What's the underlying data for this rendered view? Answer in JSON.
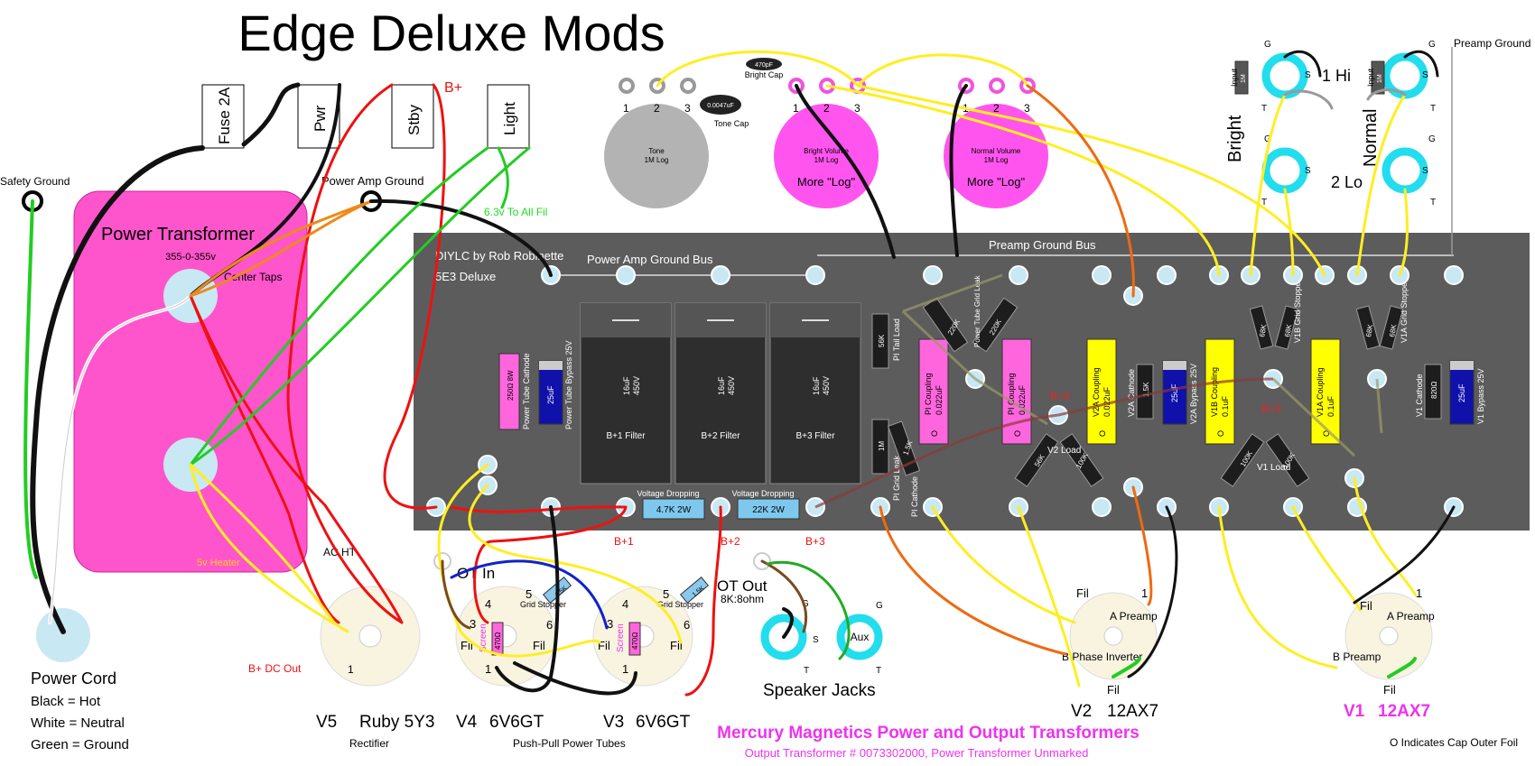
{
  "title": "Edge Deluxe Mods",
  "credits": {
    "author": "DIYLC by Rob Robinette",
    "model": "5E3 Deluxe"
  },
  "colors": {
    "board": "#5c5c5c",
    "transformer": "#ff55cc",
    "cap_yellow": "#ffff00",
    "cap_pink": "#ff66dd",
    "filter_cap": "#2e2e2e",
    "jack_cyan": "#22ddee",
    "wire_red": "#ee1111",
    "wire_yellow": "#ffee22",
    "wire_green": "#22cc22",
    "wire_black": "#111111",
    "wire_orange": "#ee6a10",
    "wire_white": "#ffffff",
    "title_magenta": "#ee33ee"
  },
  "switches": {
    "fuse": "Fuse 2A",
    "power": "Pwr",
    "standby": "Stby",
    "light": "Light",
    "b_plus": "B+"
  },
  "labels": {
    "safety_ground": "Safety Ground",
    "power_amp_ground": "Power Amp Ground",
    "heater_note": "6.3v To All Fil",
    "power_transformer": "Power Transformer",
    "pt_rating": "355-0-355v",
    "center_taps": "Center Taps",
    "heater_5v": "5v Heater",
    "ac_ht": "AC HT",
    "b_dc_out": "B+ DC Out",
    "power_amp_ground_bus": "Power Amp Ground Bus",
    "preamp_ground_bus": "Preamp Ground Bus",
    "preamp_ground": "Preamp Ground",
    "ot_in": "OT In",
    "ot_out": "OT Out",
    "ot_out_spec": "8K:8ohm",
    "speaker_jacks": "Speaker Jacks",
    "aux": "Aux",
    "footer_note": "O Indicates Cap Outer Foil"
  },
  "power_cord": {
    "title": "Power Cord",
    "lines": [
      "Black = Hot",
      "White = Neutral",
      "Green = Ground"
    ]
  },
  "pots": [
    {
      "name": "Tone",
      "value": "1M Log",
      "note": ""
    },
    {
      "name": "Bright Volume",
      "value": "1M Log",
      "note": "More \"Log\""
    },
    {
      "name": "Normal Volume",
      "value": "1M Log",
      "note": "More \"Log\""
    }
  ],
  "pot_lugs": [
    "1",
    "2",
    "3"
  ],
  "tone_caps": {
    "bright_value": "470pF",
    "bright_label": "Bright Cap",
    "tone_value": "0.0047uF",
    "tone_label": "Tone Cap"
  },
  "inputs": {
    "ch1": "Bright",
    "ch2": "Normal",
    "hi": "1 Hi",
    "lo": "2 Lo",
    "input_label": "Input",
    "input_res": "1M",
    "g": "G",
    "s": "S",
    "t": "T"
  },
  "filter_caps": [
    {
      "value": "16uF",
      "voltage": "450V",
      "label": "B+1 Filter"
    },
    {
      "value": "16uF",
      "voltage": "450V",
      "label": "B+2 Filter"
    },
    {
      "value": "16uF",
      "voltage": "450V",
      "label": "B+3 Filter"
    }
  ],
  "dropping_resistors": [
    {
      "title": "Voltage Dropping",
      "value": "4.7K 2W"
    },
    {
      "title": "Voltage Dropping",
      "value": "22K  2W"
    }
  ],
  "b_nodes": [
    "B+1",
    "B+2",
    "B+3"
  ],
  "b_plus_marks": [
    "B+3",
    "B+3"
  ],
  "power_tube_parts": {
    "cathode_res": "250Ω 8W",
    "cathode_res_label": "Power Tube Cathode",
    "bypass_cap": "25uF",
    "bypass_label": "Power Tube Bypass 25V"
  },
  "pi_parts": {
    "tail_value": "56K",
    "tail_label": "PI Tail Load",
    "grid_value": "1M",
    "grid_label": "PI Grid Leak",
    "cathode_value": "1.5K",
    "cathode_label": "PI Cathode",
    "coupling_label": "PI Coupling",
    "coupling_value": "0.022uF",
    "grid_leak_value": "220K",
    "grid_leak_label": "Power Tube Grid Leak",
    "v2_load_value": "100K",
    "v2_load_label": "V2 Load",
    "v2_load_2": "56K"
  },
  "v2_parts": {
    "v2a_coupling": "V2A Coupling",
    "v2a_value": "0.022uF",
    "v2a_cathode": "V2A Cathode",
    "v2a_cathode_value": "1.5K",
    "v2a_bypass": "V2A Bypass 25V",
    "v2a_bypass_value": "25uF"
  },
  "v1_parts": {
    "v1b_coupling": "V1B Coupling",
    "v1b_value": "0.1uF",
    "v1a_coupling": "V1A Coupling",
    "v1a_value": "0.1uF",
    "grid_stopper_b": "V1B Grid Stopper",
    "grid_stopper_a": "V1A Grid Stopper",
    "stopper_value": "68K",
    "v1_load": "V1 Load",
    "v1_load_value": "100K",
    "v1_cathode": "V1 Cathode",
    "v1_cathode_value": "820Ω",
    "v1_bypass": "V1 Bypass 25V",
    "v1_bypass_value": "25uF"
  },
  "cap_foil": "O",
  "tubes": [
    {
      "id": "V5",
      "type": "Ruby 5Y3",
      "role": "Rectifier"
    },
    {
      "id": "V4",
      "type": "6V6GT",
      "role": "Push-Pull Power Tubes"
    },
    {
      "id": "V3",
      "type": "6V6GT",
      "role": ""
    },
    {
      "id": "V2",
      "type": "12AX7",
      "role": ""
    },
    {
      "id": "V1",
      "type": "12AX7",
      "role": ""
    }
  ],
  "tube_pin_labels": {
    "screen": "Screen",
    "screen_res": "470Ω",
    "grid_stopper": "Grid Stopper",
    "gs_value": "1.5K",
    "fil": "Fil",
    "pin1": "1",
    "pin3": "3",
    "pin4": "4",
    "pin5": "5",
    "pin6": "6",
    "a_preamp": "A Preamp",
    "b_phase_inverter": "B Phase Inverter",
    "b_preamp": "B Preamp"
  },
  "footer": {
    "headline": "Mercury Magnetics Power and Output Transformers",
    "sub": "Output Transformer # 0073302000, Power Transformer Unmarked"
  }
}
